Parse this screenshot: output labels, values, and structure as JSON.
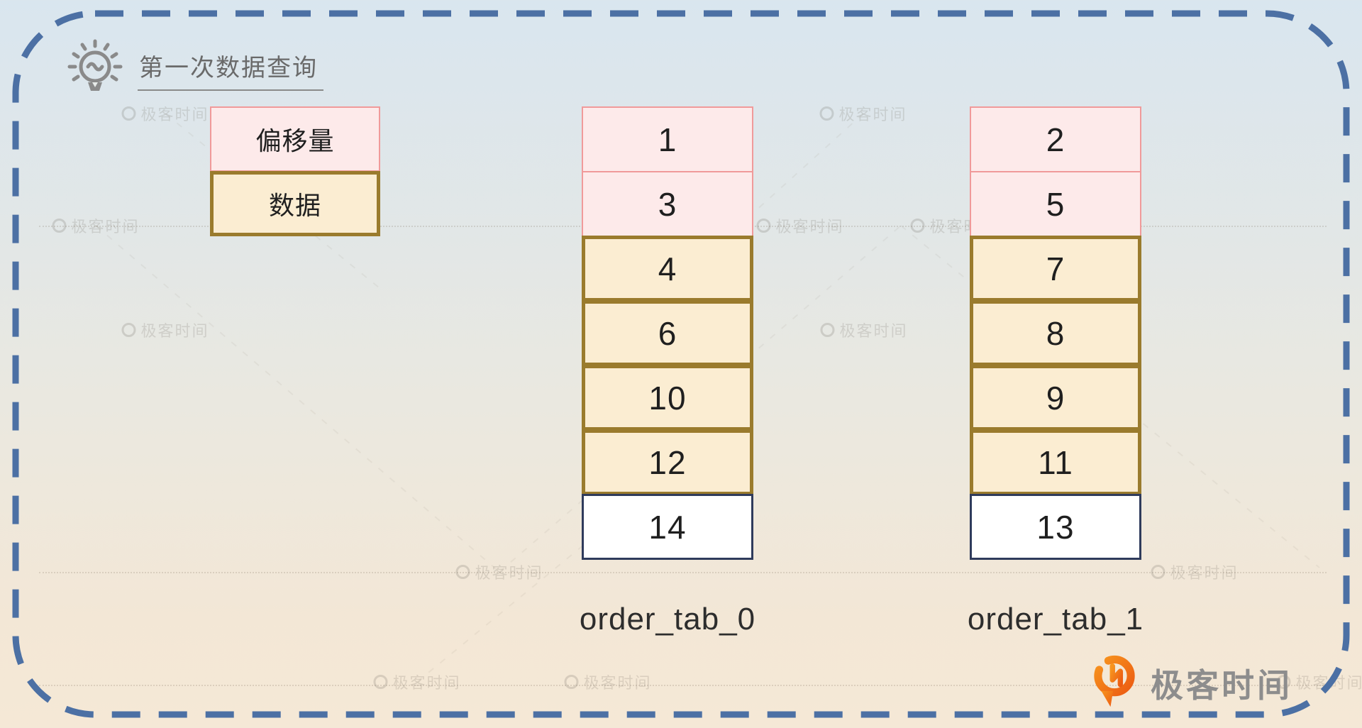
{
  "frame": {
    "title": "第一次数据查询"
  },
  "legend": {
    "items": [
      {
        "label": "偏移量",
        "type": "offset"
      },
      {
        "label": "数据",
        "type": "data"
      }
    ]
  },
  "diagram": {
    "tables": [
      {
        "name": "order_tab_0",
        "cells": [
          {
            "value": "1",
            "type": "offset"
          },
          {
            "value": "3",
            "type": "offset"
          },
          {
            "value": "4",
            "type": "data"
          },
          {
            "value": "6",
            "type": "data"
          },
          {
            "value": "10",
            "type": "data"
          },
          {
            "value": "12",
            "type": "data"
          },
          {
            "value": "14",
            "type": "plain"
          }
        ]
      },
      {
        "name": "order_tab_1",
        "cells": [
          {
            "value": "2",
            "type": "offset"
          },
          {
            "value": "5",
            "type": "offset"
          },
          {
            "value": "7",
            "type": "data"
          },
          {
            "value": "8",
            "type": "data"
          },
          {
            "value": "9",
            "type": "data"
          },
          {
            "value": "11",
            "type": "data"
          },
          {
            "value": "13",
            "type": "plain"
          }
        ]
      }
    ]
  },
  "watermark": {
    "text": "极客时间"
  },
  "logo": {
    "text": "极客时间"
  },
  "colors": {
    "offset_fill": "#fdeaea",
    "offset_border": "#f09a9a",
    "data_fill": "#fbedd2",
    "data_border": "#9a7b2d",
    "plain_fill": "#ffffff",
    "plain_border": "#2f3b5c",
    "frame_border": "#4c70a4",
    "title_text": "#6a6a6a",
    "logo_orange_light": "#f7941e",
    "logo_orange_dark": "#ec5c13",
    "logo_text_gray": "#8d8d8d"
  }
}
